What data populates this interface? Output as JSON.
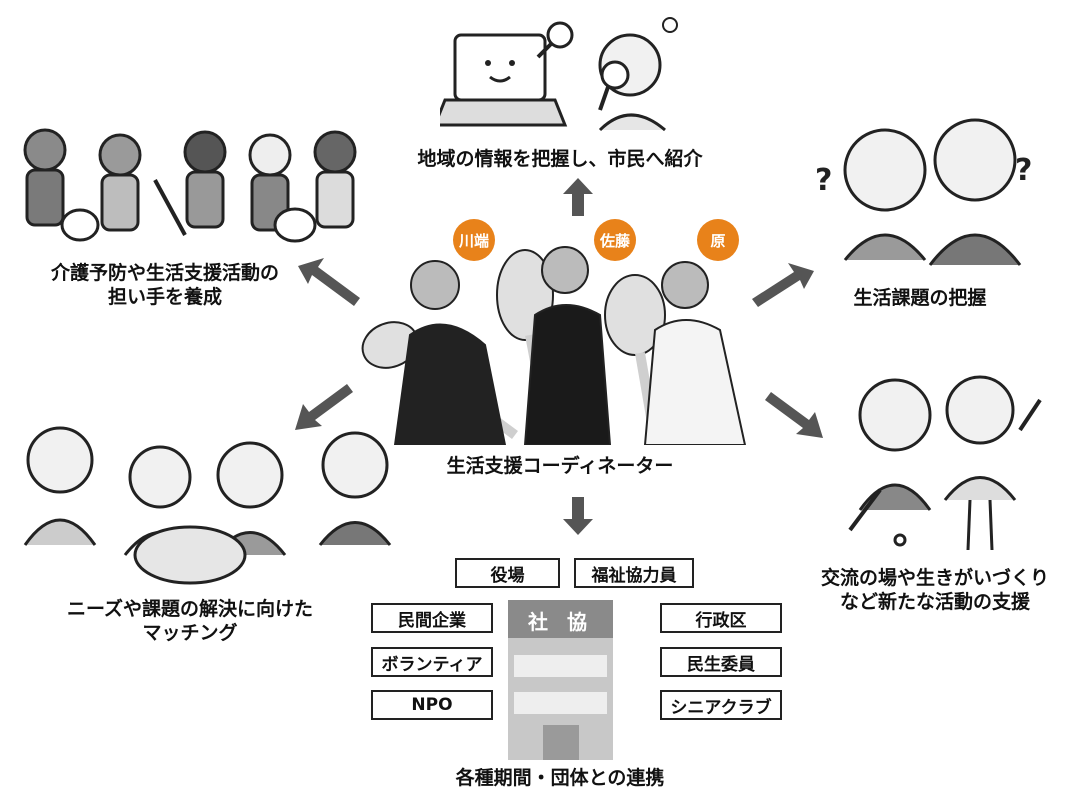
{
  "center": {
    "title": "生活支援コーディネーター"
  },
  "coordinators": [
    {
      "name": "川端"
    },
    {
      "name": "佐藤"
    },
    {
      "name": "原"
    }
  ],
  "roles": {
    "top": "地域の情報を把握し、市民へ紹介",
    "left_top_line1": "介護予防や生活支援活動の",
    "left_top_line2": "担い手を養成",
    "right_top": "生活課題の把握",
    "left_bottom_line1": "ニーズや課題の解決に向けた",
    "left_bottom_line2": "マッチング",
    "right_bottom_line1": "交流の場や生きがいづくり",
    "right_bottom_line2": "など新たな活動の支援"
  },
  "network": {
    "building_sign": "社 協",
    "caption": "各種期間・団体との連携",
    "orgs": {
      "yakuba": "役場",
      "fukushi": "福祉協力員",
      "minkan": "民間企業",
      "volunteer": "ボランティア",
      "npo": "NPO",
      "gyoseiku": "行政区",
      "minsei": "民生委員",
      "senior": "シニアクラブ"
    }
  },
  "colors": {
    "badge": "#e8821a",
    "arrow": "#555555"
  }
}
